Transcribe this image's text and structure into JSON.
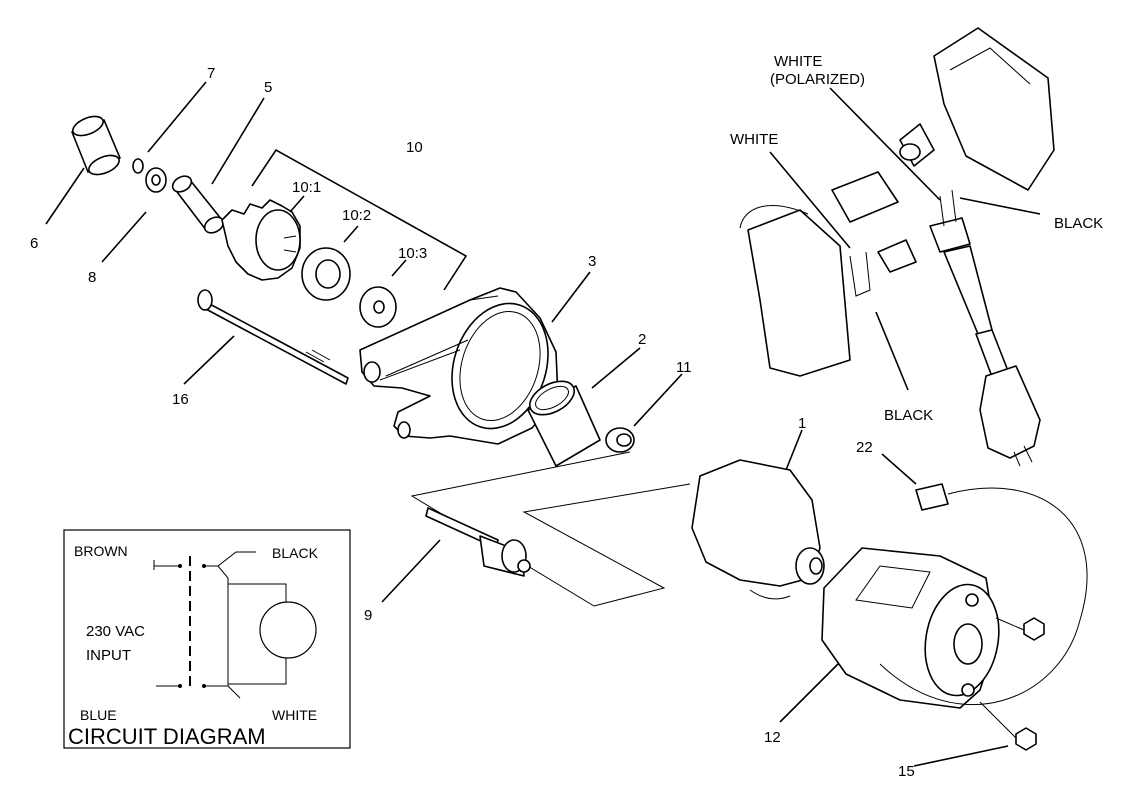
{
  "callouts": {
    "p1": "1",
    "p2": "2",
    "p3": "3",
    "p5": "5",
    "p6": "6",
    "p7": "7",
    "p8": "8",
    "p9": "9",
    "p10": "10",
    "p10_1": "10:1",
    "p10_2": "10:2",
    "p10_3": "10:3",
    "p11": "11",
    "p12": "12",
    "p15": "15",
    "p16": "16",
    "p22": "22"
  },
  "wire_labels": {
    "white_polarized_1": "WHITE",
    "white_polarized_2": "(POLARIZED)",
    "white": "WHITE",
    "black_cord": "BLACK",
    "black_switch": "BLACK"
  },
  "circuit": {
    "title": "CIRCUIT DIAGRAM",
    "brown": "BROWN",
    "black": "BLACK",
    "blue": "BLUE",
    "white": "WHITE",
    "voltage": "230 VAC",
    "input": "INPUT"
  }
}
